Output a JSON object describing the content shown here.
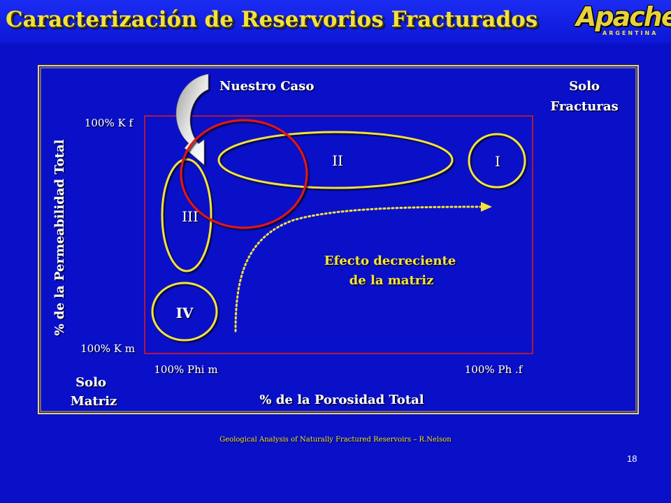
{
  "title": "Caracterización de Reservorios Fracturados",
  "logo": {
    "word": "Apache",
    "subtitle": "ARGENTINA"
  },
  "colors": {
    "background": "#0a10c8",
    "panel_border": "#f0d840",
    "region_box": "#b01840",
    "ellipse_yellow": "#f2e23a",
    "ellipse_red": "#e01818",
    "label_text": "#ffffff",
    "label_shadow": "#1a1a00"
  },
  "diagram": {
    "case_label": "Nuestro Caso",
    "only_fractures": [
      "Solo",
      "Fracturas"
    ],
    "only_matrix": [
      "Solo",
      "Matriz"
    ],
    "y_axis_title": "% de la Permeabilidad Total",
    "x_axis_title": "% de la Porosidad Total",
    "y_top_label": "100% K f",
    "y_bottom_label": "100% K m",
    "x_left_label": "100% Phi m",
    "x_right_label": "100% Ph .f",
    "regions": [
      "I",
      "II",
      "III",
      "IV"
    ],
    "effect_label": [
      "Efecto decreciente",
      "de la matriz"
    ]
  },
  "citation": "Geological Analysis of Naturally Fractured Reservoirs – R.Nelson",
  "page_number": "18"
}
